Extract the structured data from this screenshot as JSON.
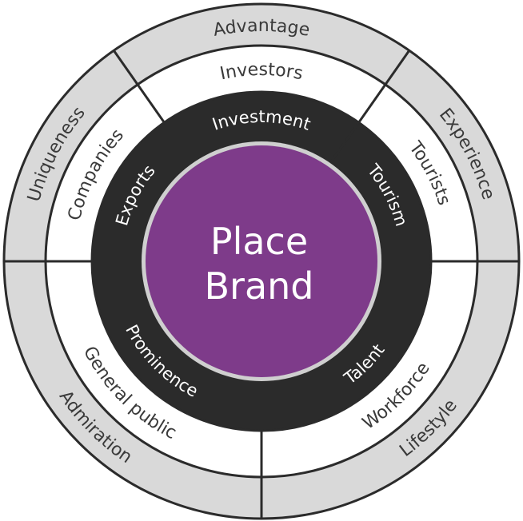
{
  "center": {
    "line1": "Place",
    "line2": "Brand",
    "fill": "#7e3b8a"
  },
  "rings": {
    "outer": {
      "fill": "#d9d9d9",
      "text_color": "#3a3a3a",
      "labels": [
        "Advantage",
        "Experience",
        "Lifestyle",
        "Admiration",
        "Uniqueness"
      ]
    },
    "middle": {
      "fill": "#ffffff",
      "text_color": "#3a3a3a",
      "labels": [
        "Investors",
        "Tourists",
        "Workforce",
        "General public",
        "Companies"
      ]
    },
    "inner": {
      "fill": "#2b2b2b",
      "text_color": "#ffffff",
      "labels": [
        "Investment",
        "Tourism",
        "Talent",
        "Prominence",
        "Exports"
      ]
    }
  },
  "colors": {
    "stroke": "#2b2b2b",
    "center_rim": "#cfcfcf"
  }
}
